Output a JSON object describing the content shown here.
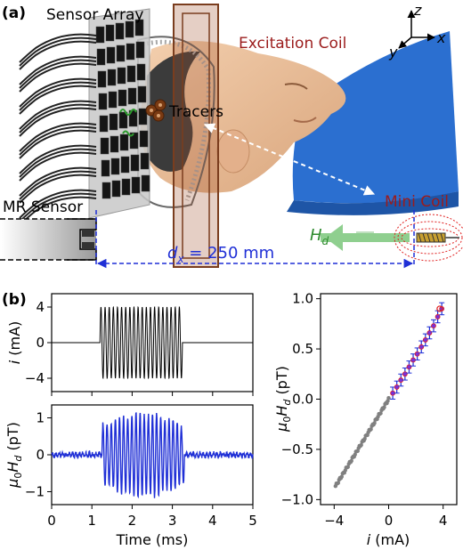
{
  "panel_a": {
    "label": "(a)",
    "sensor_array": "Sensor Array",
    "excitation_coil": "Excitation Coil",
    "tracers": "Tracers",
    "mr_sensor": "MR Sensor",
    "mini_coil": "Mini Coil",
    "hd_label": "H",
    "hd_sub": "d",
    "distance_label": "d",
    "distance_sub": "x",
    "distance_value": " = 250 mm",
    "axis_z": "z",
    "axis_y": "y",
    "axis_x": "x",
    "colors": {
      "coil_text": "#9b1c1c",
      "distance": "#1f2fd6",
      "hd": "#3c9a3c",
      "blanket": "#2b6fd0"
    }
  },
  "panel_b": {
    "label": "(b)",
    "current_plot": {
      "ylabel": "i (mA)",
      "yticks": [
        "4",
        "0",
        "−4"
      ],
      "ylim": [
        -5.5,
        5.5
      ]
    },
    "field_plot": {
      "ylabel": "μ0Hd (pT)",
      "yticks": [
        "1",
        "0",
        "−1"
      ],
      "ylim": [
        -1.35,
        1.35
      ]
    },
    "time_axis": {
      "xlabel": "Time (ms)",
      "xticks": [
        "0",
        "1",
        "2",
        "3",
        "4",
        "5"
      ],
      "xlim": [
        0,
        5
      ]
    },
    "calib_plot": {
      "xlabel": "i (mA)",
      "ylabel": "μ0Hd (pT)",
      "xticks": [
        "−4",
        "0",
        "4"
      ],
      "yticks": [
        "1.0",
        "0.5",
        "0.0",
        "−0.5",
        "−1.0"
      ],
      "xlim": [
        -5,
        5
      ],
      "ylim": [
        -1.05,
        1.05
      ]
    }
  },
  "chart_data": [
    {
      "type": "line",
      "series": [
        {
          "name": "",
          "kind": "burst",
          "t_on": 1.2,
          "t_off": 3.25,
          "amplitude": 4.0,
          "cycles": 20
        }
      ],
      "xlabel": "",
      "ylabel": "i (mA)",
      "xlim": [
        0,
        5
      ],
      "ylim": [
        -5.5,
        5.5
      ]
    },
    {
      "type": "line",
      "series": [
        {
          "name": "",
          "kind": "burst",
          "t_start": 1.25,
          "t_end": 3.3,
          "amplitude": 1.05,
          "cycles": 20,
          "noise": 0.08
        }
      ],
      "xlabel": "Time (ms)",
      "ylabel": "μ0Hd (pT)",
      "xlim": [
        0,
        5
      ],
      "ylim": [
        -1.35,
        1.35
      ]
    },
    {
      "type": "scatter",
      "series": [
        {
          "name": "",
          "color": "#808080",
          "x_range": [
            -3.9,
            0
          ],
          "slope": 0.222
        },
        {
          "name": "",
          "color": "#1f2fd6",
          "x": [
            0.3,
            0.6,
            0.9,
            1.2,
            1.5,
            1.8,
            2.1,
            2.4,
            2.7,
            3.0,
            3.3,
            3.6,
            3.9
          ],
          "y": [
            0.06,
            0.12,
            0.19,
            0.25,
            0.32,
            0.39,
            0.45,
            0.52,
            0.59,
            0.66,
            0.73,
            0.82,
            0.9
          ],
          "err": 0.06
        }
      ],
      "xlabel": "i (mA)",
      "ylabel": "μ0Hd (pT)",
      "xlim": [
        -5,
        5
      ],
      "ylim": [
        -1.05,
        1.05
      ]
    }
  ]
}
